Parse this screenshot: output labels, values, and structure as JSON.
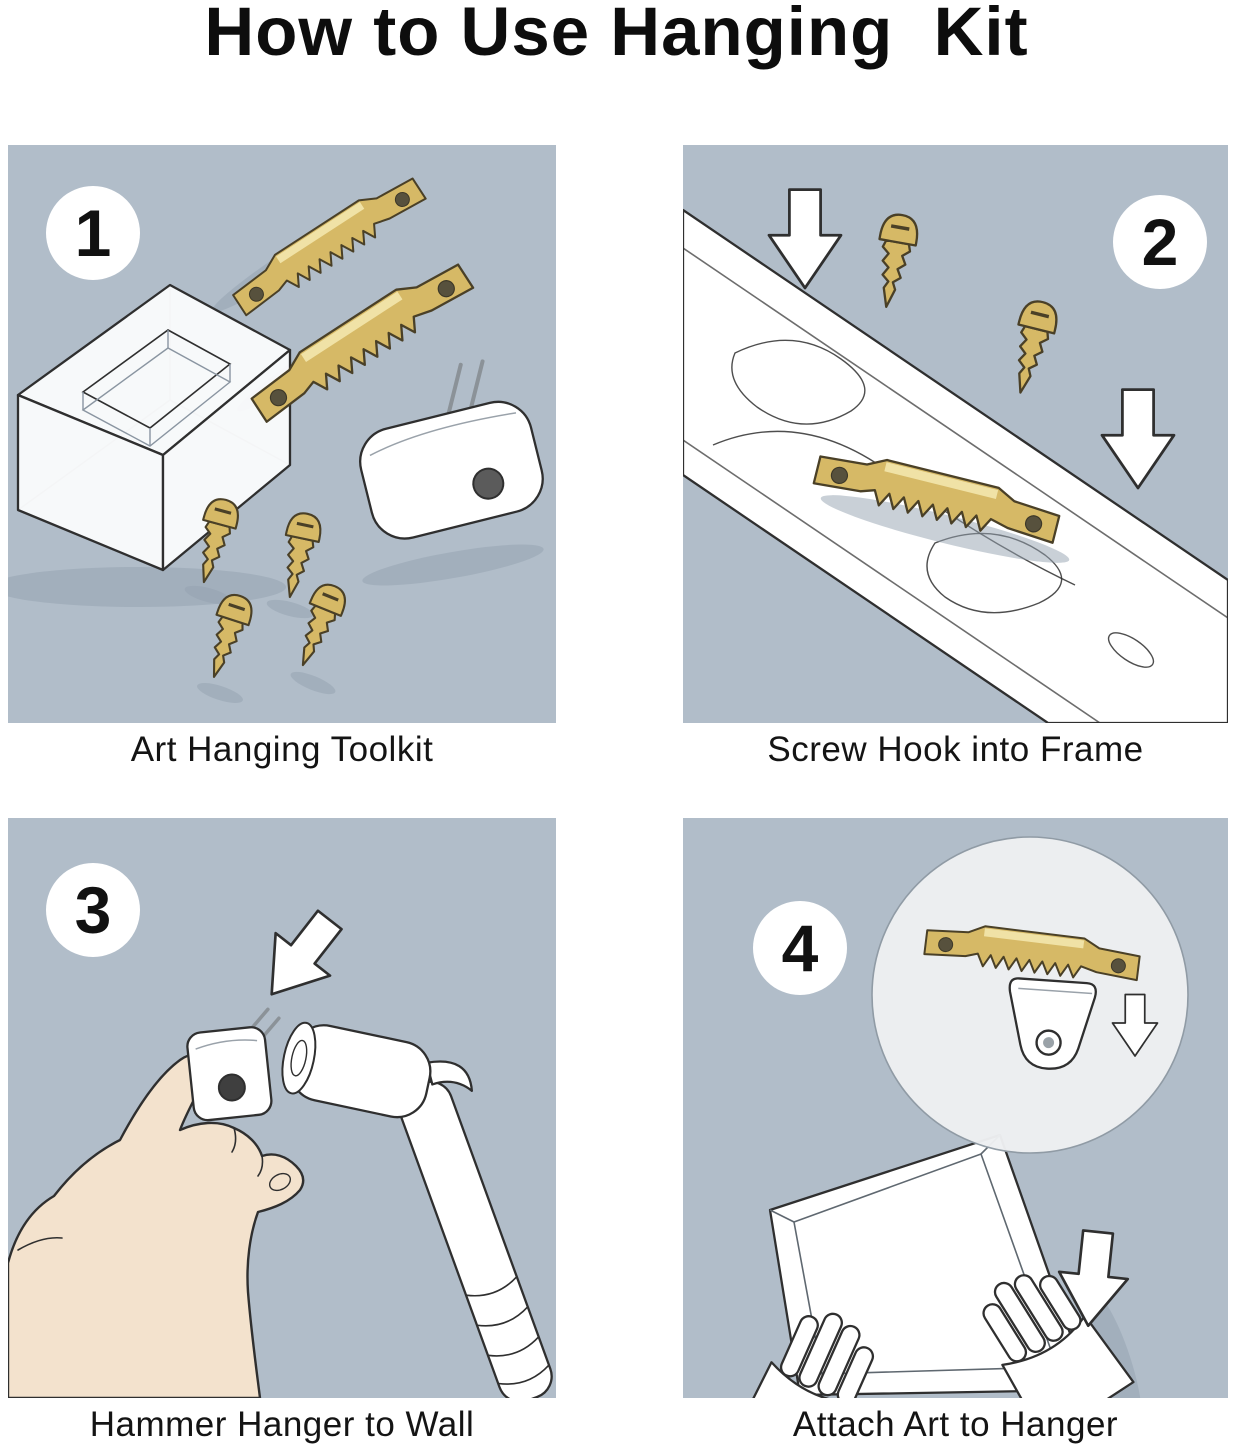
{
  "title": "How to Use Hanging  Kit",
  "panels": [
    {
      "number": "1",
      "caption": "Art Hanging Toolkit"
    },
    {
      "number": "2",
      "caption": "Screw Hook into Frame"
    },
    {
      "number": "3",
      "caption": "Hammer Hanger to Wall"
    },
    {
      "number": "4",
      "caption": "Attach Art to Hanger"
    }
  ],
  "icons": {
    "sawtooth_hanger": "sawtooth-hanger-icon",
    "screw": "screw-icon",
    "down_arrow": "down-arrow-icon",
    "toolkit_box": "toolkit-box-icon",
    "plastic_hook": "plastic-hook-icon",
    "wall_hanger": "wall-hanger-icon",
    "hand": "hand-icon",
    "hammer": "hammer-icon",
    "picture_frame": "picture-frame-icon",
    "magnifier_circle": "magnifier-circle"
  },
  "colors": {
    "panel_bg": "#b1bdc9",
    "gold": "#d6b966",
    "gold_light": "#f0e2a6",
    "outline": "#2f2f2f",
    "skin": "#f3e2cd",
    "shadow": "#93a1af",
    "white": "#ffffff"
  }
}
